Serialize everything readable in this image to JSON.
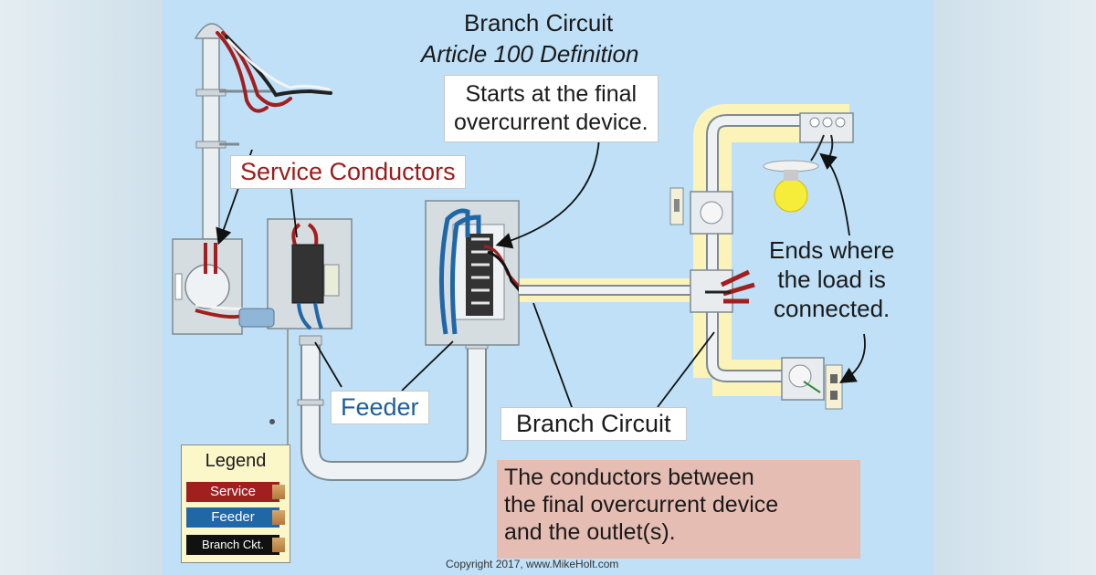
{
  "title": "Branch Circuit",
  "subtitle": "Article 100 Definition",
  "notes": {
    "starts_line1": "Starts at the final",
    "starts_line2": "overcurrent device.",
    "ends_line1": "Ends where",
    "ends_line2": "the load is",
    "ends_line3": "connected."
  },
  "labels": {
    "service_conductors": "Service Conductors",
    "feeder": "Feeder",
    "branch_circuit": "Branch Circuit"
  },
  "definition": {
    "line1": "The conductors between",
    "line2": "the final overcurrent device",
    "line3": "and the outlet(s)."
  },
  "legend": {
    "title": "Legend",
    "service": "Service",
    "feeder": "Feeder",
    "branch": "Branch Ckt."
  },
  "copyright": "Copyright 2017, www.MikeHolt.com",
  "colors": {
    "service": "#a11f1f",
    "feeder": "#2067a8",
    "branch_highlight": "#fbf3b8",
    "background": "#bfe0f7",
    "definition_box": "#e6bdb3",
    "legend_box": "#fbf7c9"
  }
}
